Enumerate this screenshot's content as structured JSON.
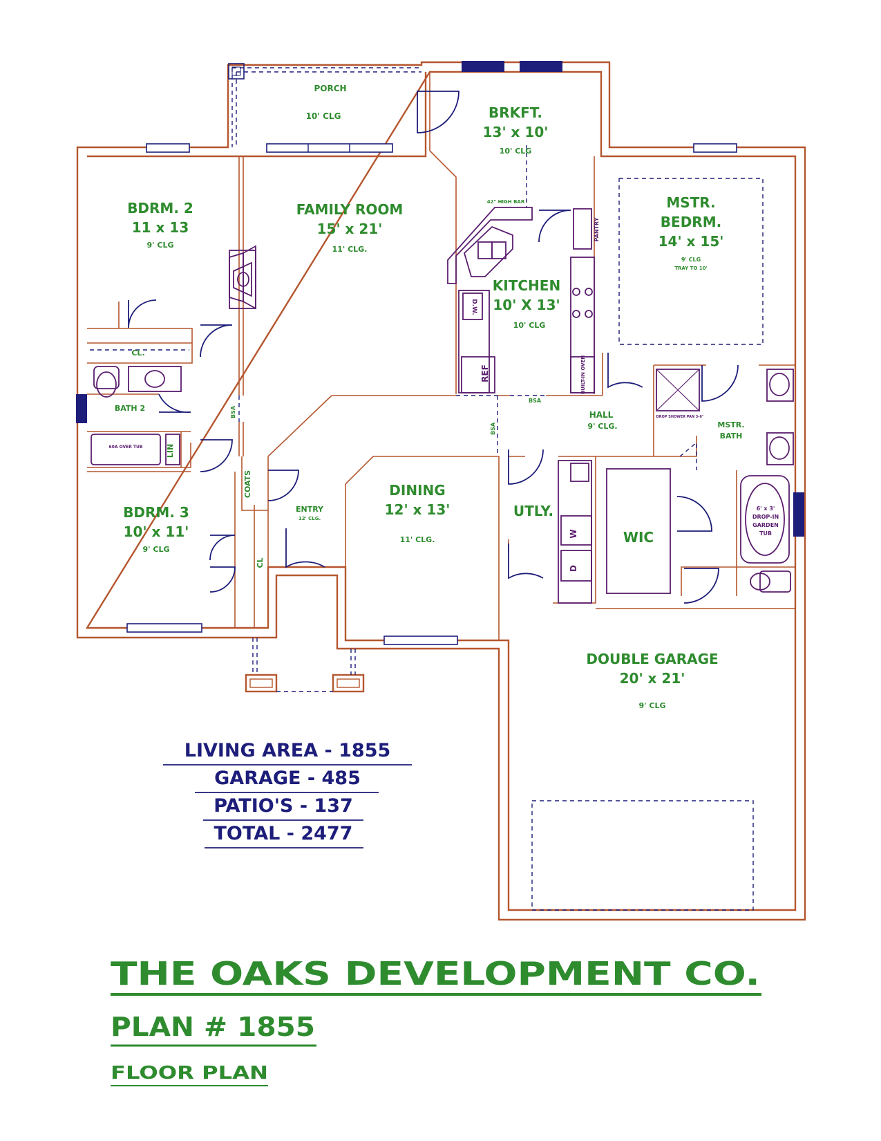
{
  "rooms": {
    "porch": {
      "name": "PORCH",
      "ceiling": "10' CLG"
    },
    "brkft": {
      "name": "BRKFT.",
      "size": "13' x 10'",
      "ceiling": "10' CLG"
    },
    "family": {
      "name": "FAMILY ROOM",
      "size": "15' x 21'",
      "ceiling": "11' CLG."
    },
    "bdrm2": {
      "name": "BDRM. 2",
      "size": "11 x 13",
      "ceiling": "9' CLG"
    },
    "bdrm3": {
      "name": "BDRM. 3",
      "size": "10' x 11'",
      "ceiling": "9' CLG"
    },
    "kitchen": {
      "name": "KITCHEN",
      "size": "10' X 13'",
      "ceiling": "10' CLG",
      "bar": "42\" HIGH BAR",
      "dw": "D.W.",
      "ref": "REF",
      "pantry": "PANTRY",
      "oven": "BUILT-IN OVEN"
    },
    "mstr": {
      "name1": "MSTR.",
      "name2": "BEDRM.",
      "size": "14' x 15'",
      "ceiling": "9' CLG",
      "tray": "TRAY TO 10'"
    },
    "bath2": {
      "name": "BATH 2",
      "cl": "CL.",
      "lin": "LIN",
      "tub": "60A OVER TUB"
    },
    "hall": {
      "name": "HALL",
      "ceiling": "9' CLG.",
      "bsa1": "BSA",
      "bsa2": "BSA",
      "bsa3": "BSA"
    },
    "mbath": {
      "name1": "MSTR.",
      "name2": "BATH",
      "shower": "DROP SHOWER PAN 3-6\"",
      "tub1": "6' x 3'",
      "tub2": "DROP-IN",
      "tub3": "GARDEN",
      "tub4": "TUB"
    },
    "entry": {
      "name": "ENTRY",
      "ceiling": "12' CLG.",
      "coats": "COATS",
      "cl": "CL"
    },
    "dining": {
      "name": "DINING",
      "size": "12' x 13'",
      "ceiling": "11' CLG."
    },
    "utly": {
      "name": "UTLY.",
      "w": "W",
      "d": "D"
    },
    "wic": {
      "name": "WIC"
    },
    "garage": {
      "name": "DOUBLE GARAGE",
      "size": "20' x 21'",
      "ceiling": "9' CLG"
    }
  },
  "areas": [
    {
      "label": "LIVING AREA - 1855"
    },
    {
      "label": "GARAGE - 485"
    },
    {
      "label": "PATIO'S - 137"
    },
    {
      "label": "TOTAL - 2477"
    }
  ],
  "title": {
    "company": "THE OAKS DEVELOPMENT CO.",
    "plan": "PLAN # 1855",
    "subtitle": "FLOOR PLAN"
  },
  "colors": {
    "walls": "#b5562e",
    "room_labels": "#2e8b2e",
    "lines": "#1d1d7a",
    "fixtures": "#5a1d6e"
  }
}
